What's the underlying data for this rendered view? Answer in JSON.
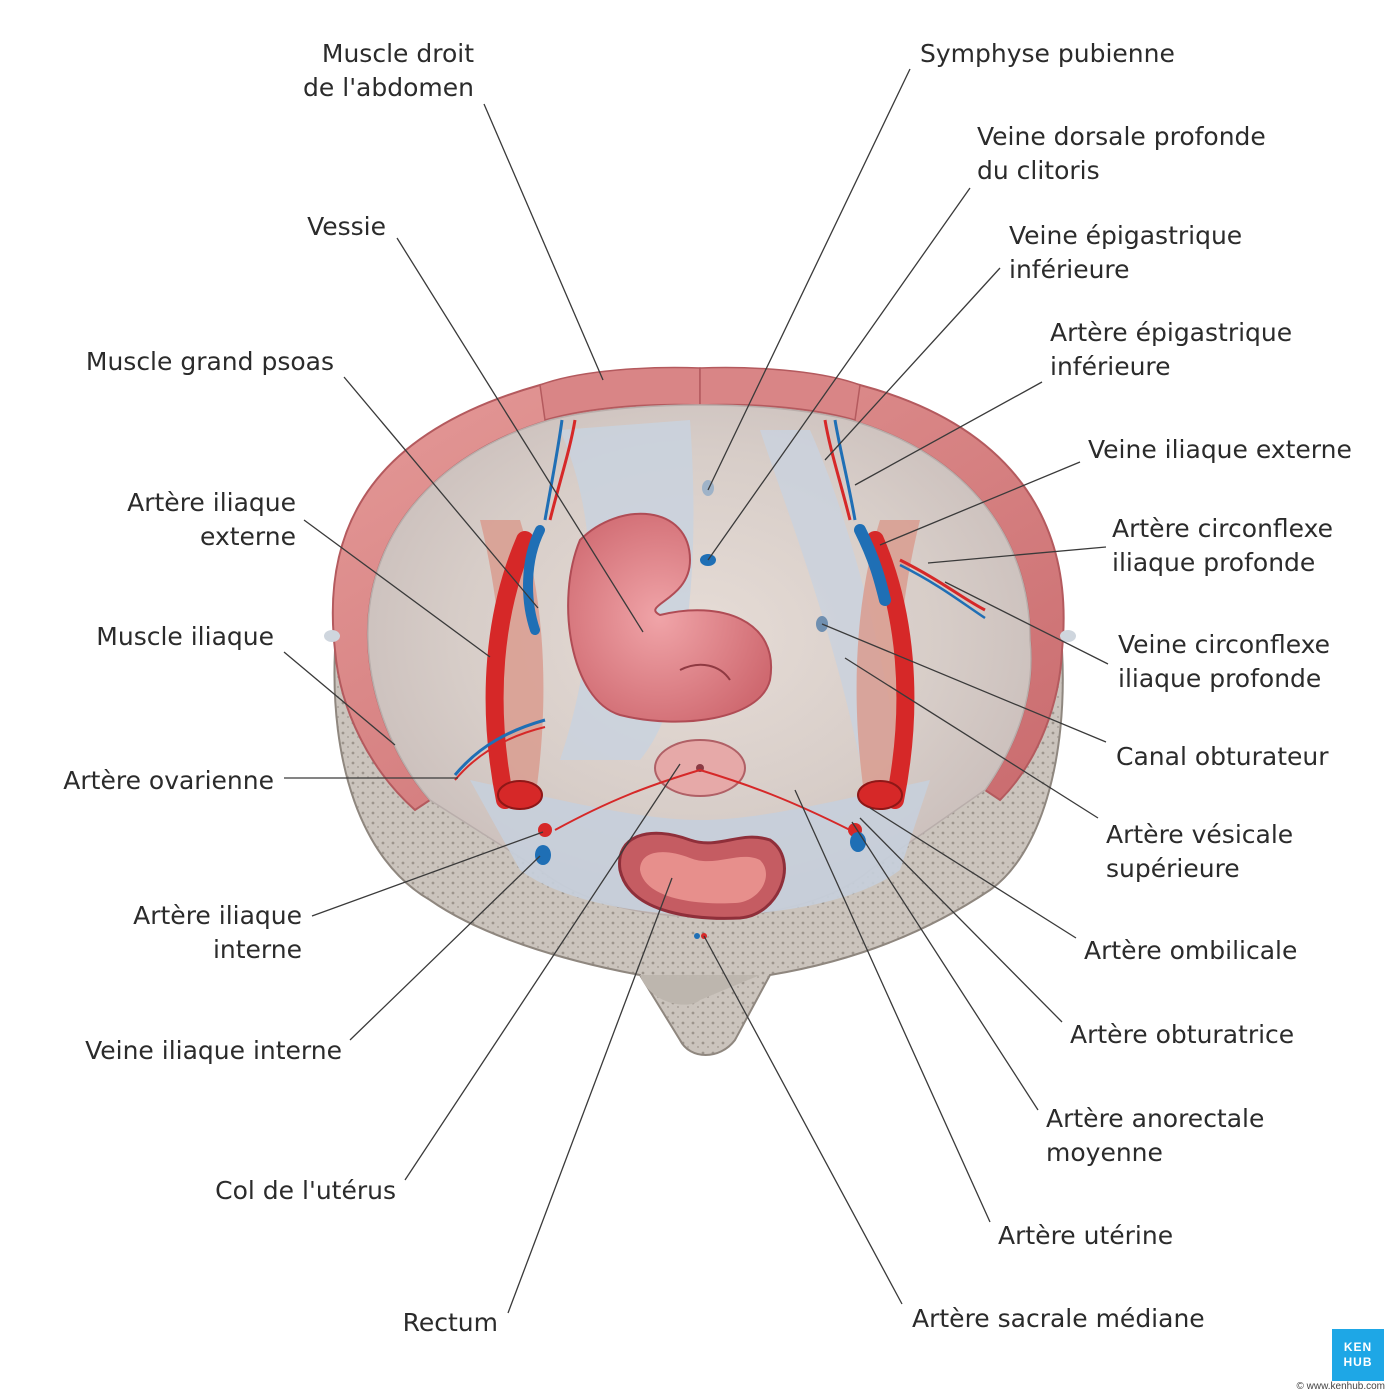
{
  "labels": {
    "muscle_droit_abdomen": "Muscle droit\nde l'abdomen",
    "vessie": "Vessie",
    "muscle_grand_psoas": "Muscle grand psoas",
    "artere_iliaque_externe": "Artère iliaque\nexterne",
    "muscle_iliaque": "Muscle iliaque",
    "artere_ovarienne": "Artère ovarienne",
    "artere_iliaque_interne": "Artère iliaque\ninterne",
    "veine_iliaque_interne": "Veine iliaque interne",
    "col_uterus": "Col de l'utérus",
    "rectum": "Rectum",
    "symphyse_pubienne": "Symphyse pubienne",
    "veine_dorsale_profonde": "Veine dorsale profonde\ndu clitoris",
    "veine_epigastrique_inf": "Veine épigastrique\ninférieure",
    "artere_epigastrique_inf": "Artère épigastrique\ninférieure",
    "veine_iliaque_externe": "Veine iliaque externe",
    "artere_circonflexe": "Artère circonflexe\niliaque profonde",
    "veine_circonflexe": "Veine circonflexe\niliaque profonde",
    "canal_obturateur": "Canal obturateur",
    "artere_vesicale_sup": "Artère vésicale\nsupérieure",
    "artere_ombilicale": "Artère ombilicale",
    "artere_obturatrice": "Artère obturatrice",
    "artere_anorectale": "Artère anorectale\nmoyenne",
    "artere_uterine": "Artère utérine",
    "artere_sacrale_mediane": "Artère sacrale médiane"
  },
  "brand": {
    "logo": "KEN\nHUB",
    "url": "© www.kenhub.com",
    "watermark": "© www.kenhub.com"
  },
  "colors": {
    "artery": "#d62828",
    "vein": "#1f6fb5",
    "muscle": "#d97a7a",
    "peritoneum": "#c9d2de",
    "bone": "#c9c3bc",
    "accent_blue": "#1ea7e6"
  }
}
